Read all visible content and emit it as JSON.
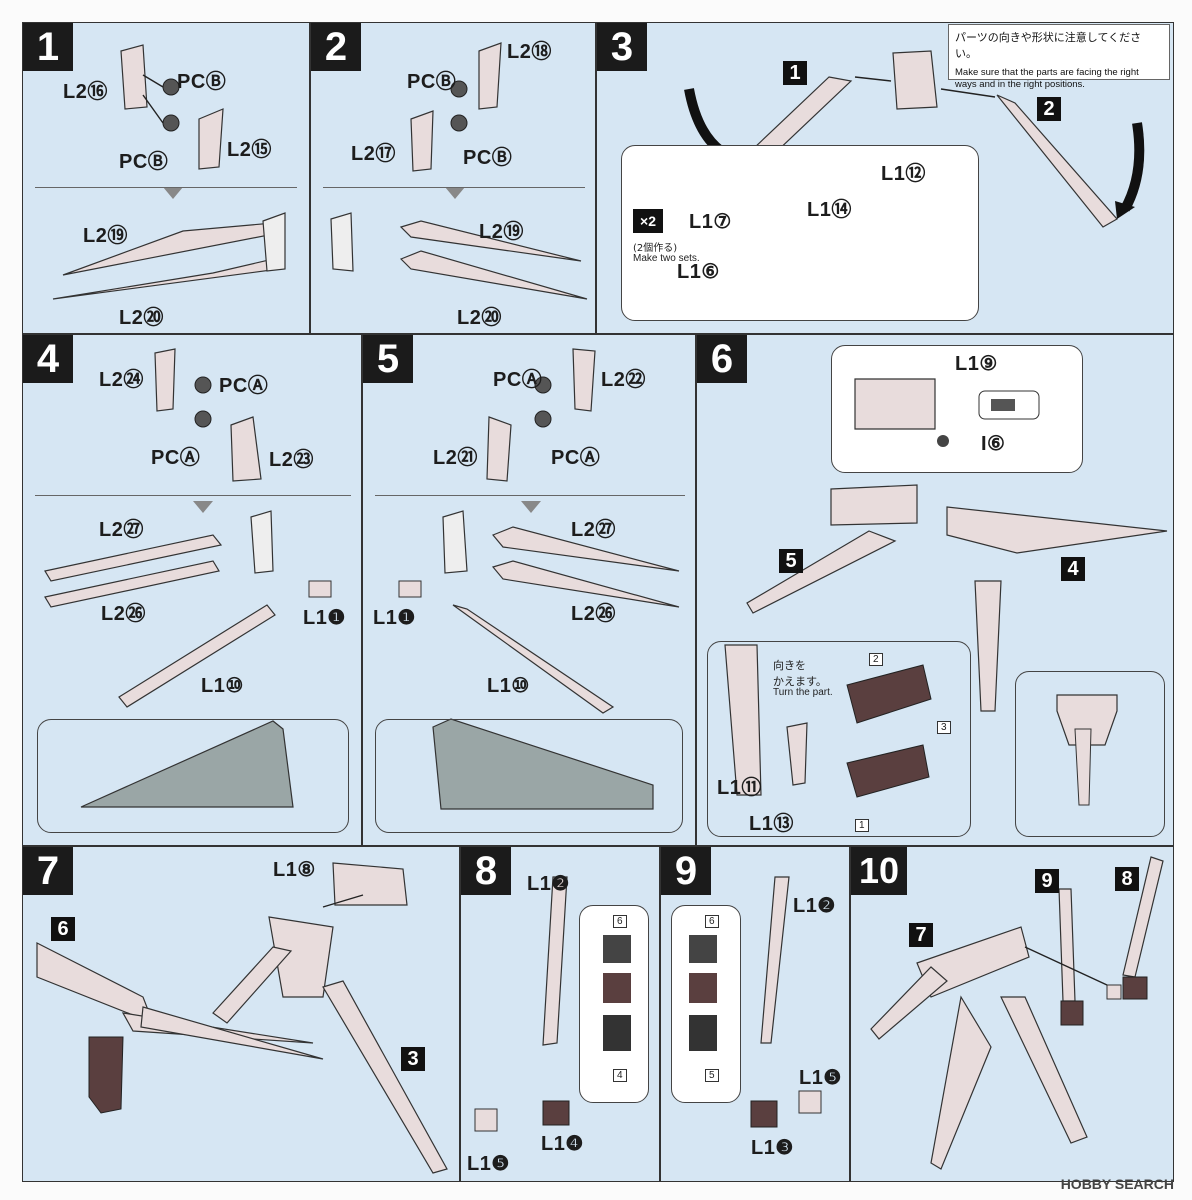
{
  "steps": [
    {
      "num": "1",
      "labels": [
        "L2⑯",
        "PCⒷ",
        "PCⒷ",
        "L2⑮",
        "L2⑲",
        "L2⑳"
      ]
    },
    {
      "num": "2",
      "labels": [
        "L2⑱",
        "PCⒷ",
        "L2⑰",
        "PCⒷ",
        "L2⑲",
        "L2⑳"
      ]
    },
    {
      "num": "3",
      "labels": [
        "L1⑫",
        "L1⑭",
        "L1⑦",
        "L1⑥"
      ],
      "refs": [
        "1",
        "2"
      ],
      "sets_badge": "×2",
      "sets_jp": "(2個作る)",
      "sets_en": "Make two sets."
    },
    {
      "num": "4",
      "labels": [
        "L2㉔",
        "PCⒶ",
        "PCⒶ",
        "L2㉓",
        "L2㉗",
        "L2㉖",
        "L1❶",
        "L1⑩"
      ]
    },
    {
      "num": "5",
      "labels": [
        "PCⒶ",
        "L2㉒",
        "L2㉑",
        "PCⒶ",
        "L2㉗",
        "L1❶",
        "L2㉖",
        "L1⑩"
      ]
    },
    {
      "num": "6",
      "labels": [
        "L1⑨",
        "I⑥",
        "L1⑪",
        "L1⑬"
      ],
      "refs": [
        "5",
        "4"
      ],
      "turn_jp": "向きを\nかえます。",
      "turn_en": "Turn the part.",
      "views": [
        "2",
        "3",
        "1"
      ]
    },
    {
      "num": "7",
      "labels": [
        "L1⑧"
      ],
      "refs": [
        "6",
        "3"
      ]
    },
    {
      "num": "8",
      "labels": [
        "L1❷",
        "L1❹",
        "L1❺"
      ],
      "views": [
        "6",
        "4"
      ]
    },
    {
      "num": "9",
      "labels": [
        "L1❷",
        "L1❺",
        "L1❸"
      ],
      "views": [
        "6",
        "5"
      ]
    },
    {
      "num": "10",
      "labels": [],
      "refs": [
        "7",
        "9",
        "8"
      ]
    }
  ],
  "caution": {
    "jp": "パーツの向きや形状に注意してください。",
    "en": "Make sure that the parts are facing the right ways and in the right positions."
  },
  "footer": "HOBBY SEARCH",
  "colors": {
    "panel": "#d6e6f3",
    "part": "#e9dcdc",
    "outline": "#333333",
    "dark": "#1b1b1b"
  }
}
